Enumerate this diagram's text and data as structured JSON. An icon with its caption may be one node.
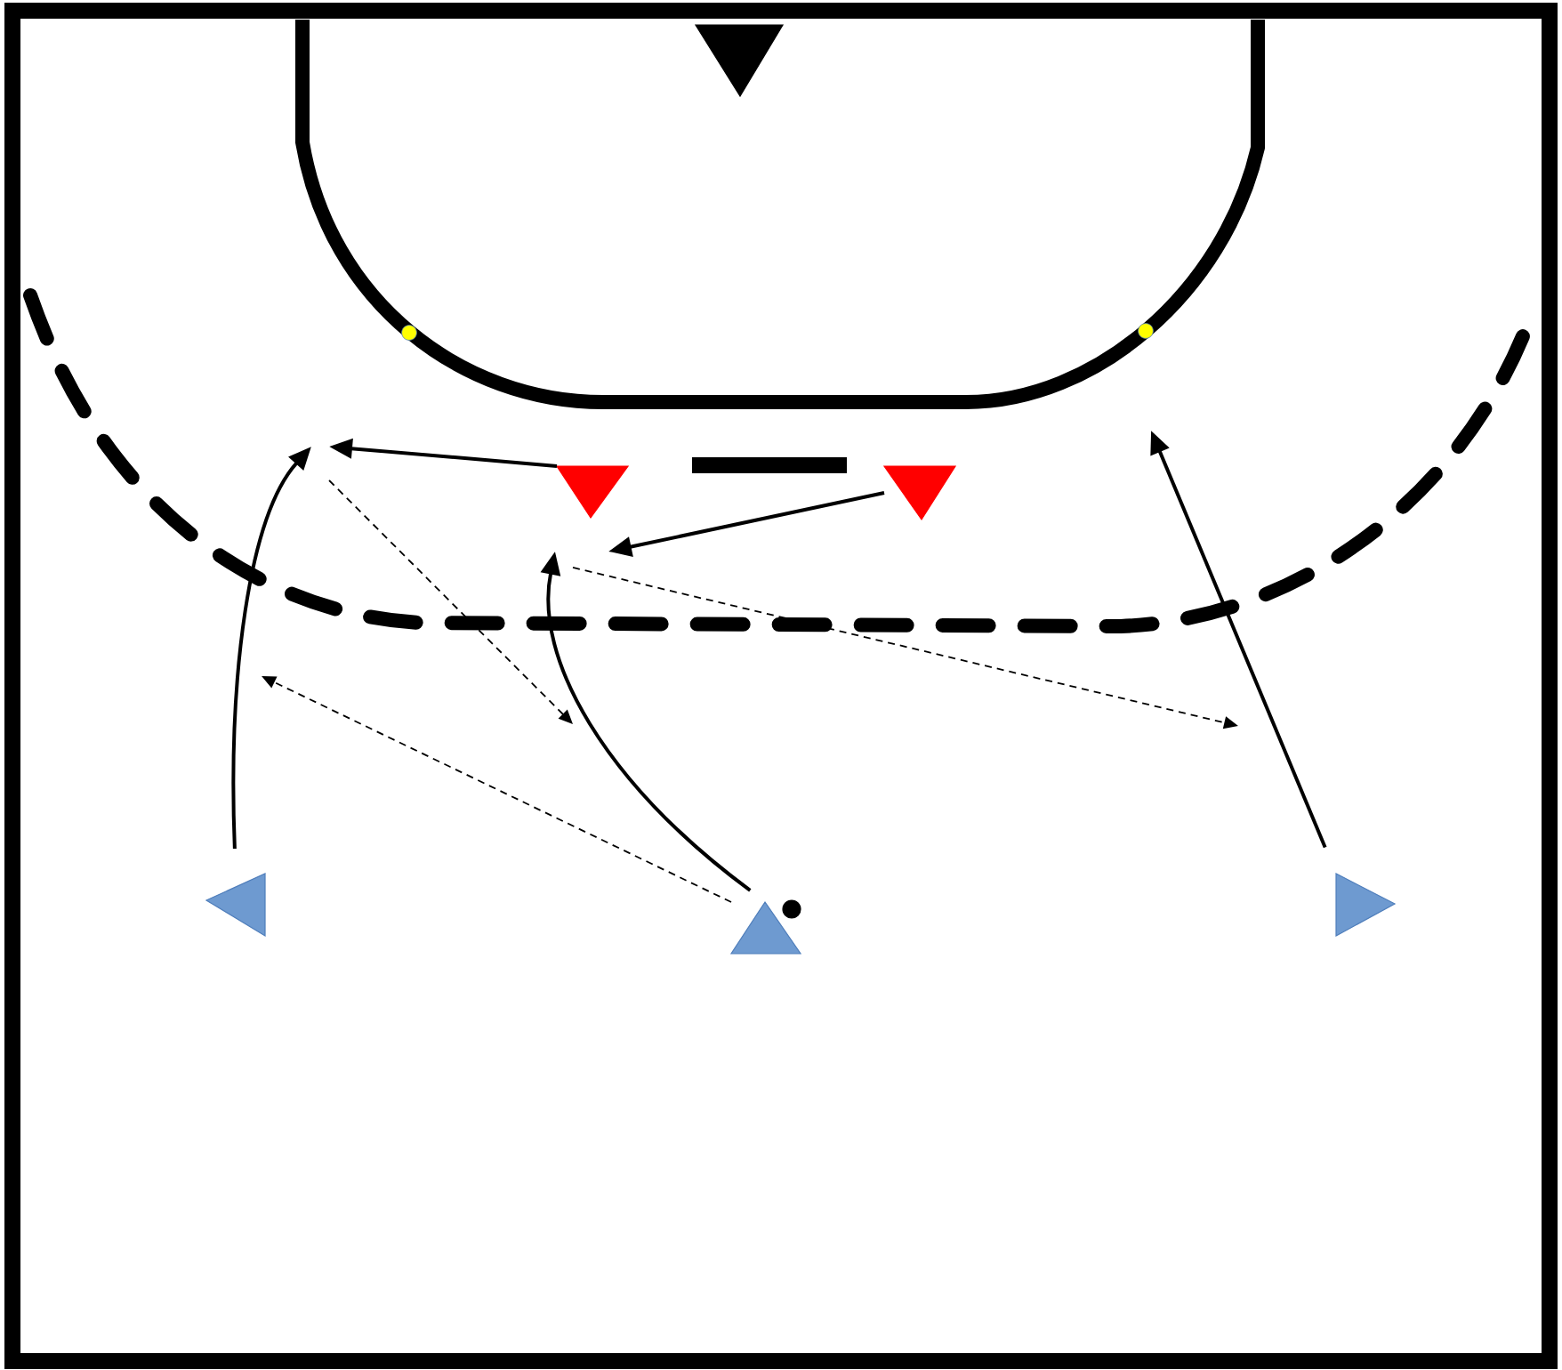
{
  "diagram": {
    "nodes": [
      {
        "text": [],
        "shape": "triangle"
      },
      {
        "text": [],
        "shape": "triangle"
      },
      {
        "text": [],
        "shape": "triangle"
      },
      {
        "text": [],
        "shape": "triangle"
      },
      {
        "text": [],
        "shape": "triangle"
      },
      {
        "text": [],
        "shape": "triangle"
      },
      {
        "text": [],
        "shape": "circle"
      }
    ],
    "edges": [
      {
        "from": 1,
        "to": null,
        "arrow": "to"
      },
      {
        "from": 2,
        "to": null,
        "arrow": "to"
      },
      {
        "from": 3,
        "to": null,
        "arrow": "to"
      },
      {
        "from": 4,
        "to": null,
        "arrow": "to"
      },
      {
        "from": 5,
        "to": null,
        "arrow": "to"
      },
      {
        "from": 4,
        "to": null,
        "arrow": "to",
        "style": "dashed"
      }
    ]
  }
}
